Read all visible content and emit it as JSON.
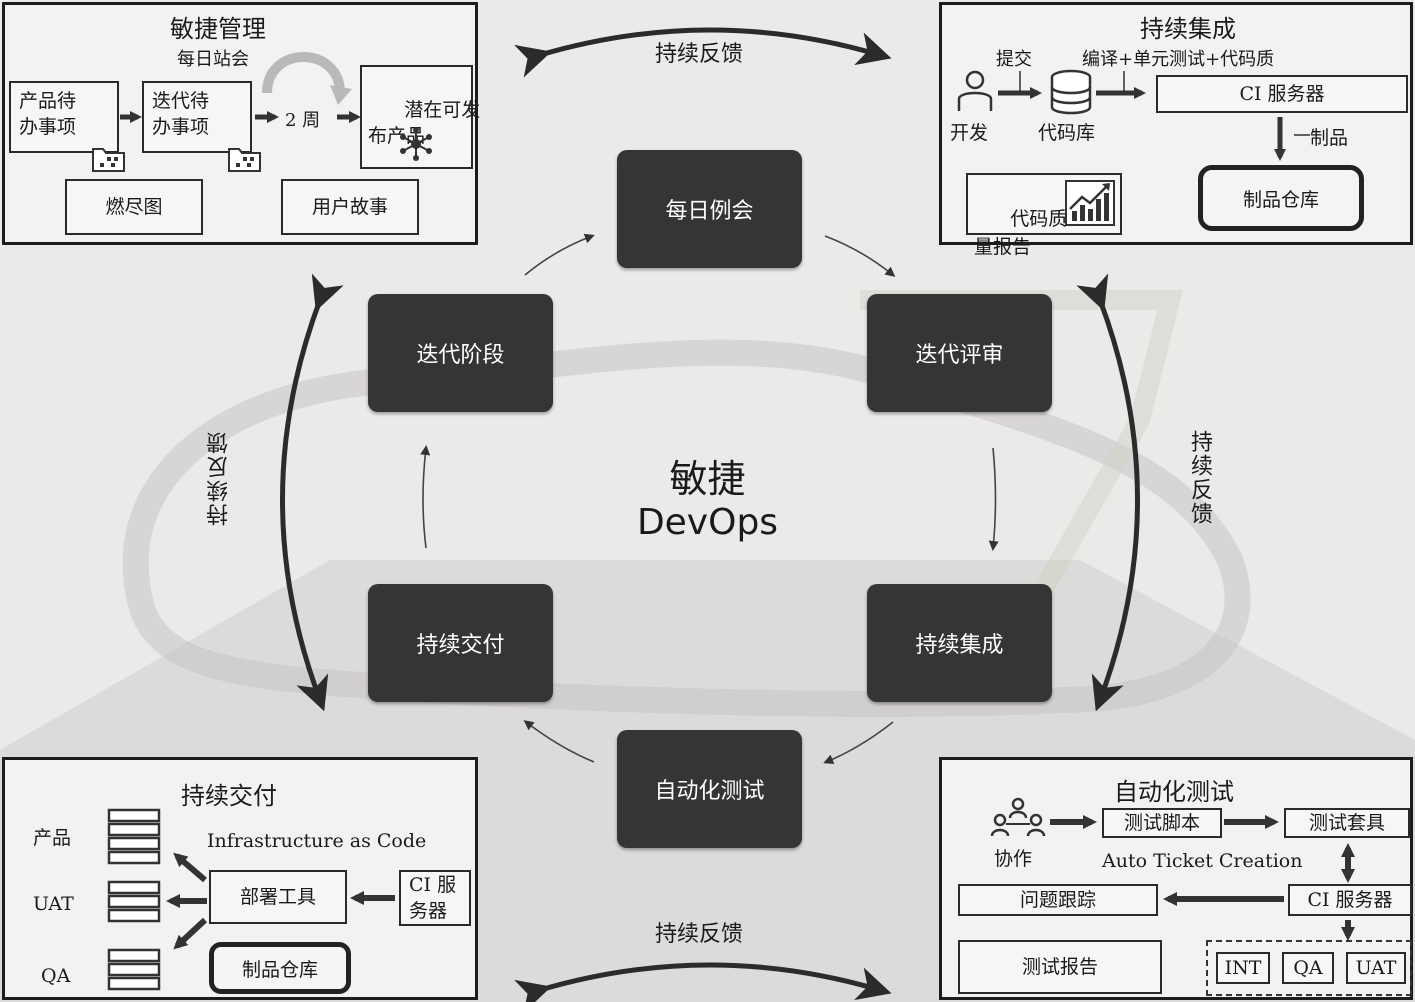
{
  "center": {
    "title": "敏捷",
    "subtitle": "DevOps"
  },
  "feedback": {
    "top": "持续反馈",
    "bottom": "持续反馈",
    "left": "持续反馈",
    "right": "持续反馈"
  },
  "cycle": {
    "daily_meeting": "每日例会",
    "iteration_review": "迭代评审",
    "continuous_integration": "持续集成",
    "automated_testing": "自动化测试",
    "continuous_delivery": "持续交付",
    "iteration_phase": "迭代阶段"
  },
  "agile_panel": {
    "title": "敏捷管理",
    "standup": "每日站会",
    "product_backlog": "产品待\n办事项",
    "iteration_backlog": "迭代待\n办事项",
    "cycle": "2 周",
    "shippable": "潜在可发\n布产品",
    "burndown": "燃尽图",
    "user_story": "用户故事"
  },
  "ci_panel": {
    "title": "持续集成",
    "commit": "提交",
    "compile": "编译+单元测试+代码质",
    "developer": "开发",
    "repo": "代码库",
    "ci_server": "CI 服务器",
    "artifact": "制品",
    "quality_report": "代码质\n量报告",
    "artifact_repo": "制品仓库"
  },
  "cd_panel": {
    "title": "持续交付",
    "env_prod": "产品",
    "env_uat": "UAT",
    "env_qa": "QA",
    "iac": "Infrastructure as Code",
    "deploy_tool": "部署工具",
    "ci_server": "CI 服\n务器",
    "artifact_repo": "制品仓库"
  },
  "test_panel": {
    "title": "自动化测试",
    "collab": "协作",
    "test_script": "测试脚本",
    "test_suite": "测试套具",
    "auto_ticket": "Auto Ticket Creation",
    "issue_tracking": "问题跟踪",
    "ci_server": "CI 服务器",
    "test_report": "测试报告",
    "env_int": "INT",
    "env_qa": "QA",
    "env_uat": "UAT"
  }
}
